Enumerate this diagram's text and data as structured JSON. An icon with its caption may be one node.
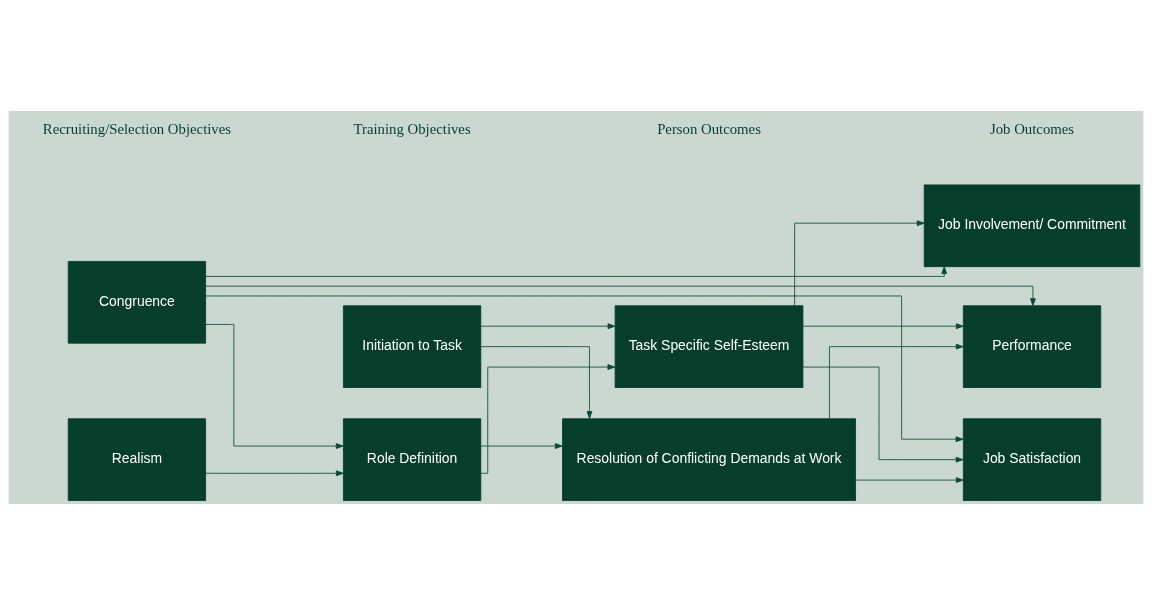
{
  "diagram": {
    "nodes": [
      {
        "text": [
          "Realism"
        ]
      },
      {
        "text": [
          "Initiation to Task"
        ]
      },
      {
        "text": [
          "Task Specific Self-Esteem"
        ]
      },
      {
        "text": [
          "Job Satisfaction"
        ]
      },
      {
        "text": [
          "Job Involvement/ Commitment"
        ]
      },
      {
        "text": [
          "Congruence"
        ]
      },
      {
        "text": [
          "Role Definition"
        ]
      },
      {
        "text": [
          "Resolution of Conflicting Demands at Work"
        ]
      },
      {
        "text": [
          "Performance"
        ]
      }
    ],
    "edges": [
      {
        "from": 0,
        "to": 6,
        "arrow": "to"
      },
      {
        "from": 5,
        "to": 6,
        "arrow": "to"
      },
      {
        "from": 1,
        "to": 2,
        "arrow": "to"
      },
      {
        "from": 1,
        "to": 7,
        "arrow": "to"
      },
      {
        "from": 6,
        "to": 2,
        "arrow": "to"
      },
      {
        "from": 6,
        "to": 7,
        "arrow": "to"
      },
      {
        "from": 2,
        "to": 3,
        "arrow": "to"
      },
      {
        "from": 2,
        "to": 4,
        "arrow": "to"
      },
      {
        "from": 2,
        "to": 8,
        "arrow": "to"
      },
      {
        "from": 7,
        "to": 3,
        "arrow": "to"
      },
      {
        "from": 7,
        "to": 8,
        "arrow": "to"
      },
      {
        "from": 5,
        "to": 3,
        "arrow": "to"
      },
      {
        "from": 5,
        "to": 4,
        "arrow": "to"
      },
      {
        "from": 5,
        "to": 8,
        "arrow": "to"
      }
    ],
    "labels": [
      "Recruiting/Selection Objectives",
      "Training Objectives",
      "Person Outcomes",
      "Job Outcomes"
    ]
  }
}
